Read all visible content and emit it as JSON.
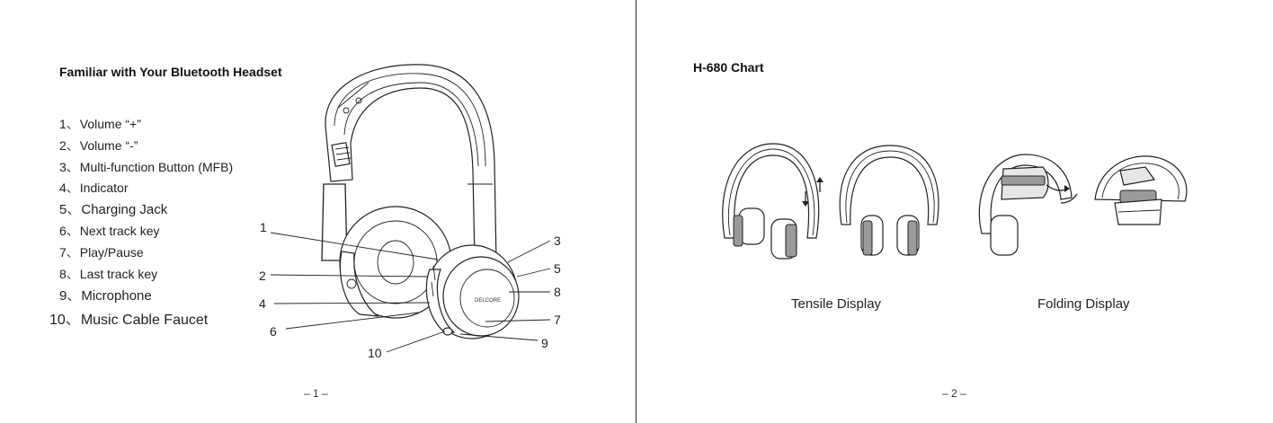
{
  "left_page": {
    "title": "Familiar with  Your Bluetooth Headset",
    "parts": [
      {
        "num": "1",
        "label": "Volume “+”"
      },
      {
        "num": "2",
        "label": "Volume “-”"
      },
      {
        "num": "3",
        "label": "Multi-function Button (MFB)"
      },
      {
        "num": "4",
        "label": "Indicator"
      },
      {
        "num": "5",
        "label": "Charging Jack"
      },
      {
        "num": "6",
        "label": "Next track key"
      },
      {
        "num": "7",
        "label": "Play/Pause"
      },
      {
        "num": "8",
        "label": "Last track key"
      },
      {
        "num": "9",
        "label": "Microphone"
      },
      {
        "num": "10",
        "label": "Music Cable Faucet"
      }
    ],
    "separator": "、",
    "callouts": [
      "1",
      "2",
      "3",
      "4",
      "5",
      "6",
      "7",
      "8",
      "9",
      "10"
    ],
    "brand_on_cup": "DELCORE",
    "page_number": "– 1 –"
  },
  "right_page": {
    "title": "H-680 Chart",
    "captions": {
      "tensile": "Tensile Display",
      "folding": "Folding  Display"
    },
    "page_number": "– 2 –"
  }
}
